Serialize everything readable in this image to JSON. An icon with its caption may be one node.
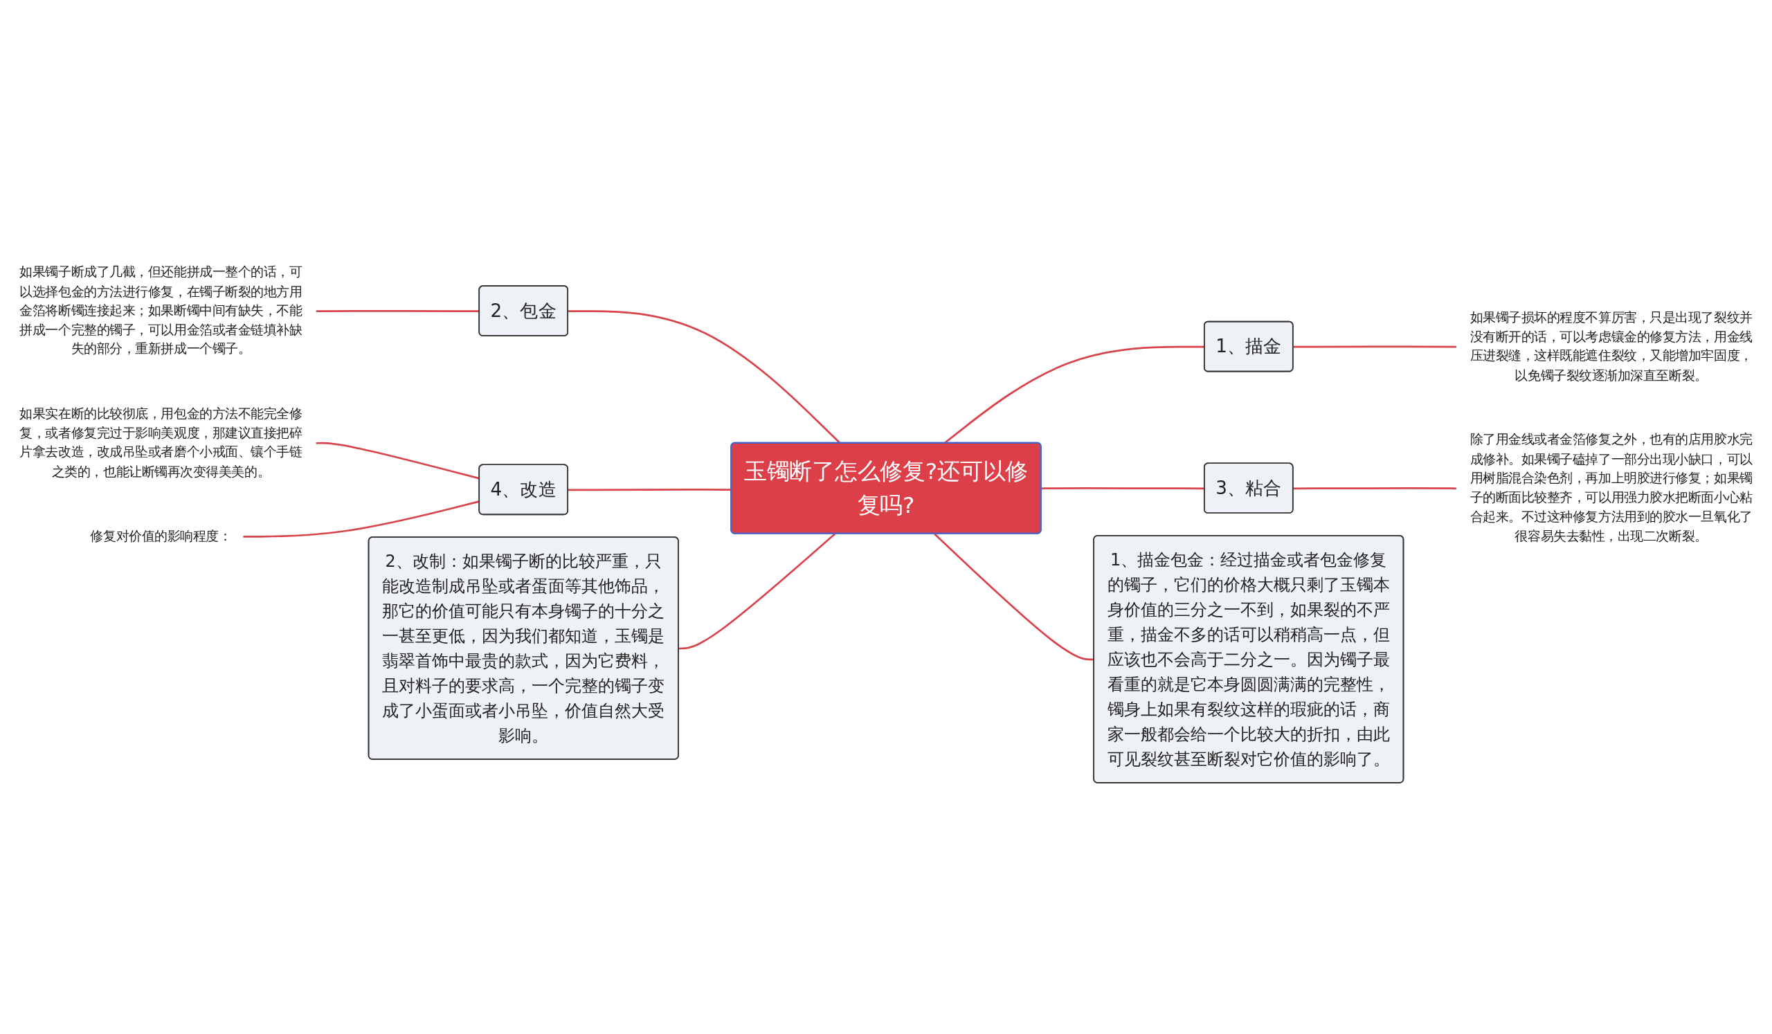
{
  "diagram": {
    "nodes": [
      {
        "text": [
          "玉镯断了怎么修复?还可以修复吗?"
        ]
      },
      {
        "text": [
          "1、描金"
        ]
      },
      {
        "text": [
          "如果镯子损坏的程度不算厉害，只是出现了裂纹并没有断开的话，可以考虑镶金的修复方法，用金线压进裂缝，这样既能遮住裂纹，又能增加牢固度，以免镯子裂纹逐渐加深直至断裂。"
        ]
      },
      {
        "text": [
          "2、包金"
        ]
      },
      {
        "text": [
          "如果镯子断成了几截，但还能拼成一整个的话，可以选择包金的方法进行修复，在镯子断裂的地方用金箔将断镯连接起来；如果断镯中间有缺失，不能拼成一个完整的镯子，可以用金箔或者金链填补缺失的部分，重新拼成一个镯子。"
        ]
      },
      {
        "text": [
          "3、粘合"
        ]
      },
      {
        "text": [
          "除了用金线或者金箔修复之外，也有的店用胶水完成修补。如果镯子磕掉了一部分出现小缺口，可以用树脂混合染色剂，再加上明胶进行修复；如果镯子的断面比较整齐，可以用强力胶水把断面小心粘合起来。不过这种修复方法用到的胶水一旦氧化了很容易失去黏性，出现二次断裂。"
        ]
      },
      {
        "text": [
          "4、改造"
        ]
      },
      {
        "text": [
          "如果实在断的比较彻底，用包金的方法不能完全修复，或者修复完过于影响美观度，那建议直接把碎片拿去改造，改成吊坠或者磨个小戒面、镶个手链之类的，也能让断镯再次变得美美的。"
        ]
      },
      {
        "text": [
          "修复对价值的影响程度："
        ]
      },
      {
        "text": [
          "1、描金包金：经过描金或者包金修复的镯子，它们的价格大概只剩了玉镯本身价值的三分之一不到，如果裂的不严重，描金不多的话可以稍稍高一点，但应该也不会高于二分之一。因为镯子最看重的就是它本身圆圆满满的完整性，镯身上如果有裂纹这样的瑕疵的话，商家一般都会给一个比较大的折扣，由此可见裂纹甚至断裂对它价值的影响了。"
        ]
      },
      {
        "text": [
          "2、改制：如果镯子断的比较严重，只能改造制成吊坠或者蛋面等其他饰品，那它的价值可能只有本身镯子的十分之一甚至更低，因为我们都知道，玉镯是翡翠首饰中最贵的款式，因为它费料，且对料子的要求高，一个完整的镯子变成了小蛋面或者小吊坠，价值自然大受影响。"
        ]
      }
    ],
    "edges": [
      {
        "from": 0,
        "to": 1,
        "arrow": "none"
      },
      {
        "from": 1,
        "to": 2,
        "arrow": "none"
      },
      {
        "from": 4,
        "to": 3,
        "arrow": "none"
      },
      {
        "from": 3,
        "to": 0,
        "arrow": "none"
      },
      {
        "from": 0,
        "to": 5,
        "arrow": "none"
      },
      {
        "from": 5,
        "to": 6,
        "arrow": "none"
      },
      {
        "from": 8,
        "to": 7,
        "arrow": "none"
      },
      {
        "from": 9,
        "to": 7,
        "arrow": "none"
      },
      {
        "from": 7,
        "to": 0,
        "arrow": "none"
      },
      {
        "from": 0,
        "to": 10,
        "arrow": "none"
      },
      {
        "from": 11,
        "to": 0,
        "arrow": "none"
      }
    ]
  }
}
